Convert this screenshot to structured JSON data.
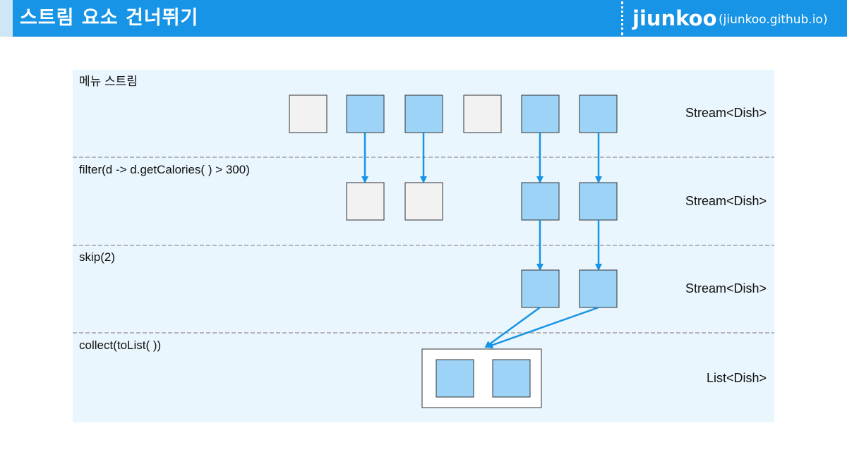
{
  "header": {
    "title": "스트림 요소 건너뛰기",
    "brand": "jiunkoo",
    "brand_url": "(jiunkoo.github.io)"
  },
  "stages": [
    {
      "label": "메뉴 스트림",
      "type": "Stream<Dish>"
    },
    {
      "label": "filter(d -> d.getCalories( ) > 300)",
      "type": "Stream<Dish>"
    },
    {
      "label": "skip(2)",
      "type": "Stream<Dish>"
    },
    {
      "label": "collect(toList( ))",
      "type": "List<Dish>"
    }
  ],
  "colors": {
    "header": "#1794e6",
    "panel": "#eaf6fd",
    "selected_box": "#9dd3f7",
    "unselected_box": "#f2f2f2",
    "arrow": "#1794e6",
    "divider": "#b5b5b5"
  }
}
